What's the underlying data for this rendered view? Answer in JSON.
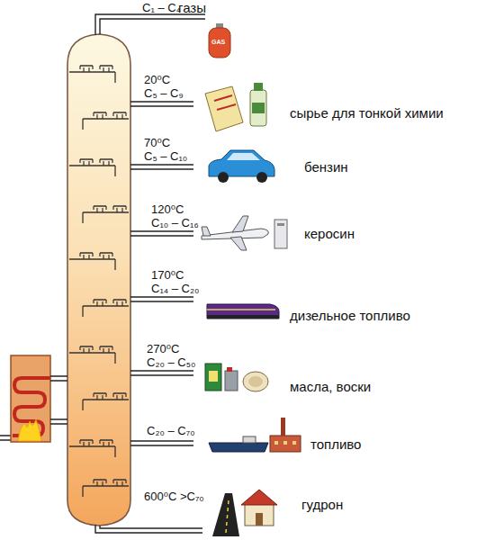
{
  "diagram": {
    "labels": [
      "C₁ – C₄",
      "газы",
      "GAS",
      "20⁰C",
      "C₅ – C₉",
      "сырье для тонкой химии",
      "70⁰C",
      "C₅ – C₁₀",
      "бензин",
      "120⁰C",
      "C₁₀ – C₁₆",
      "керосин",
      "170⁰C",
      "C₁₄ – C₂₀",
      "дизельное топливо",
      "270⁰C",
      "C₂₀ – C₅₀",
      "масла, воски",
      "C₂₀ – C₇₀",
      "топливо",
      "600⁰C >C₇₀",
      "гудрон"
    ]
  }
}
